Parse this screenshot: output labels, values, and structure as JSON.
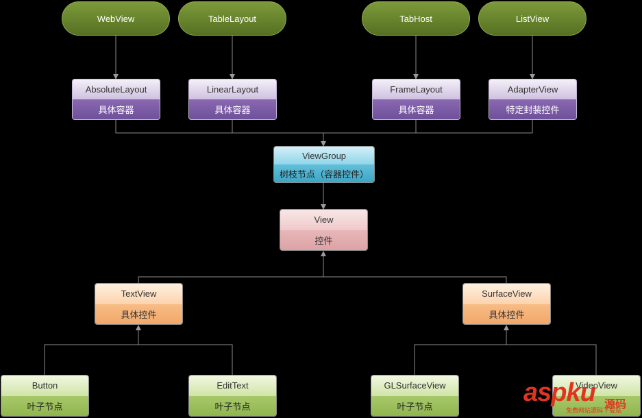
{
  "pills": {
    "webview": "WebView",
    "tablelayout": "TableLayout",
    "tabhost": "TabHost",
    "listview": "ListView"
  },
  "layouts": {
    "absolute": {
      "title": "AbsoluteLayout",
      "desc": "具体容器"
    },
    "linear": {
      "title": "LinearLayout",
      "desc": "具体容器"
    },
    "frame": {
      "title": "FrameLayout",
      "desc": "具体容器"
    },
    "adapter": {
      "title": "AdapterView",
      "desc": "特定封装控件"
    }
  },
  "viewgroup": {
    "title": "ViewGroup",
    "desc": "树枝节点（容器控件）"
  },
  "view": {
    "title": "View",
    "desc": "控件"
  },
  "textview": {
    "title": "TextView",
    "desc": "具体控件"
  },
  "surfaceview": {
    "title": "SurfaceView",
    "desc": "具体控件"
  },
  "leaves": {
    "button": {
      "title": "Button",
      "desc": "叶子节点"
    },
    "edittext": {
      "title": "EditText",
      "desc": "叶子节点"
    },
    "glsurfaceview": {
      "title": "GLSurfaceView",
      "desc": "叶子节点"
    },
    "videoview": {
      "title": "VideoView",
      "desc": ""
    }
  },
  "watermark": {
    "logo": "aspku",
    "cn": "源码",
    "sub": "免费网站源码下载站"
  },
  "colors": {
    "line": "#9a9a9a",
    "pill": "#6b8a2e",
    "purple": "#7e5fa6",
    "blue": "#3da6c4",
    "pink": "#dca3a6",
    "orange": "#f2a86a",
    "green": "#90b54e"
  }
}
